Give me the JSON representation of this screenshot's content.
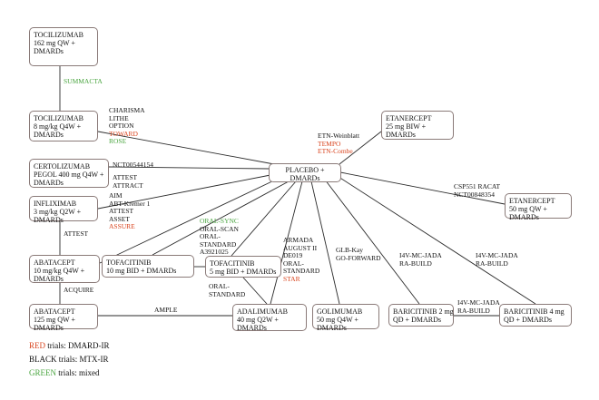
{
  "colors": {
    "red": "#d9451f",
    "green": "#4aa540",
    "black": "#111111",
    "edge": "#2a2a2a",
    "border": "#8a7a78"
  },
  "nodes": {
    "toci162": [
      "TOCILIZUMAB",
      "162 mg QW +",
      "DMARDs"
    ],
    "toci8": [
      "TOCILIZUMAB",
      "8 mg/kg Q4W +",
      "DMARDs"
    ],
    "certo": [
      "CERTOLIZUMAB",
      "PEGOL 400 mg Q4W +",
      "DMARDs"
    ],
    "inflix": [
      "INFLIXIMAB",
      "3 mg/kg Q2W +",
      "DMARDs"
    ],
    "abata10": [
      "ABATACEPT",
      "10 mg/kg Q4W +",
      "DMARDs"
    ],
    "abata125": [
      "ABATACEPT",
      "125 mg QW +",
      "DMARDs"
    ],
    "tofa10": [
      "TOFACITINIB",
      "10 mg BID + DMARDs"
    ],
    "tofa5": [
      "TOFACITINIB",
      "5 mg BID + DMARDs"
    ],
    "adali": [
      "ADALIMUMAB",
      "40 mg Q2W +",
      "DMARDs"
    ],
    "golim": [
      "GOLIMUMAB",
      "50 mg Q4W +",
      "DMARDs"
    ],
    "bari2": [
      "BARICITINIB 2 mg",
      "QD + DMARDs"
    ],
    "bari4": [
      "BARICITINIB 4 mg",
      "QD + DMARDs"
    ],
    "etn25": [
      "ETANERCEPT",
      "25 mg BIW +",
      "DMARDs"
    ],
    "etn50": [
      "ETANERCEPT",
      "50 mg QW +",
      "DMARDs"
    ],
    "placebo": [
      "PLACEBO +",
      "DMARDs"
    ]
  },
  "labels": {
    "summacta": [
      {
        "text": "SUMMACTA",
        "color": "green"
      }
    ],
    "toci8_trials": [
      {
        "text": "CHARISMA",
        "color": "black"
      },
      {
        "text": "LITHE",
        "color": "black"
      },
      {
        "text": "OPTION",
        "color": "black"
      },
      {
        "text": "TOWARD",
        "color": "red"
      },
      {
        "text": "ROSE",
        "color": "green"
      }
    ],
    "certo_trials": [
      {
        "text": "NCT00544154",
        "color": "black"
      }
    ],
    "attest_attract": [
      {
        "text": "ATTEST",
        "color": "black"
      },
      {
        "text": "ATTRACT",
        "color": "black"
      }
    ],
    "abata10_trials": [
      {
        "text": "AIM",
        "color": "black"
      },
      {
        "text": "ABT-Kremer 1",
        "color": "black"
      },
      {
        "text": "ATTEST",
        "color": "black"
      },
      {
        "text": "ASSET",
        "color": "black"
      },
      {
        "text": "ASSURE",
        "color": "red"
      }
    ],
    "attest_inflix_abata": [
      {
        "text": "ATTEST",
        "color": "black"
      }
    ],
    "oral_sync": [
      {
        "text": "ORAL-SYNC",
        "color": "green"
      },
      {
        "text": "ORAL-SCAN",
        "color": "black"
      },
      {
        "text": "ORAL-",
        "color": "black"
      },
      {
        "text": "STANDARD",
        "color": "black"
      },
      {
        "text": "A3921025",
        "color": "black"
      }
    ],
    "acquire": [
      {
        "text": "ACQUIRE",
        "color": "black"
      }
    ],
    "ample": [
      {
        "text": "AMPLE",
        "color": "black"
      }
    ],
    "oral_standard": [
      {
        "text": "ORAL-",
        "color": "black"
      },
      {
        "text": "STANDARD",
        "color": "black"
      }
    ],
    "adali_trials": [
      {
        "text": "ARMADA",
        "color": "black"
      },
      {
        "text": "AUGUST II",
        "color": "black"
      },
      {
        "text": "DE019",
        "color": "black"
      },
      {
        "text": "ORAL-",
        "color": "black"
      },
      {
        "text": "STANDARD",
        "color": "black"
      },
      {
        "text": "STAR",
        "color": "red"
      }
    ],
    "golim_trials": [
      {
        "text": "GLB-Kay",
        "color": "black"
      },
      {
        "text": "GO-FORWARD",
        "color": "black"
      }
    ],
    "etn25_trials": [
      {
        "text": "ETN-Weinblatt",
        "color": "black"
      },
      {
        "text": "TEMPO",
        "color": "red"
      },
      {
        "text": "ETN-Combe",
        "color": "red"
      }
    ],
    "etn50_trials": [
      {
        "text": "CSP551 RACAT",
        "color": "black"
      },
      {
        "text": "NCT00848354",
        "color": "black"
      }
    ],
    "bari2_trials": [
      {
        "text": "I4V-MC-JADA",
        "color": "black"
      },
      {
        "text": "RA-BUILD",
        "color": "black"
      }
    ],
    "bari4_trials": [
      {
        "text": "I4V-MC-JADA",
        "color": "black"
      },
      {
        "text": "RA-BUILD",
        "color": "black"
      }
    ],
    "bari_between": [
      {
        "text": "I4V-MC-JADA",
        "color": "black"
      },
      {
        "text": "RA-BUILD",
        "color": "black"
      }
    ]
  },
  "legend": [
    {
      "key": "RED",
      "rest": " trials: DMARD-IR",
      "color": "red"
    },
    {
      "key": "BLACK",
      "rest": " trials: MTX-IR",
      "color": "black"
    },
    {
      "key": "GREEN",
      "rest": " trials: mixed",
      "color": "green"
    }
  ]
}
